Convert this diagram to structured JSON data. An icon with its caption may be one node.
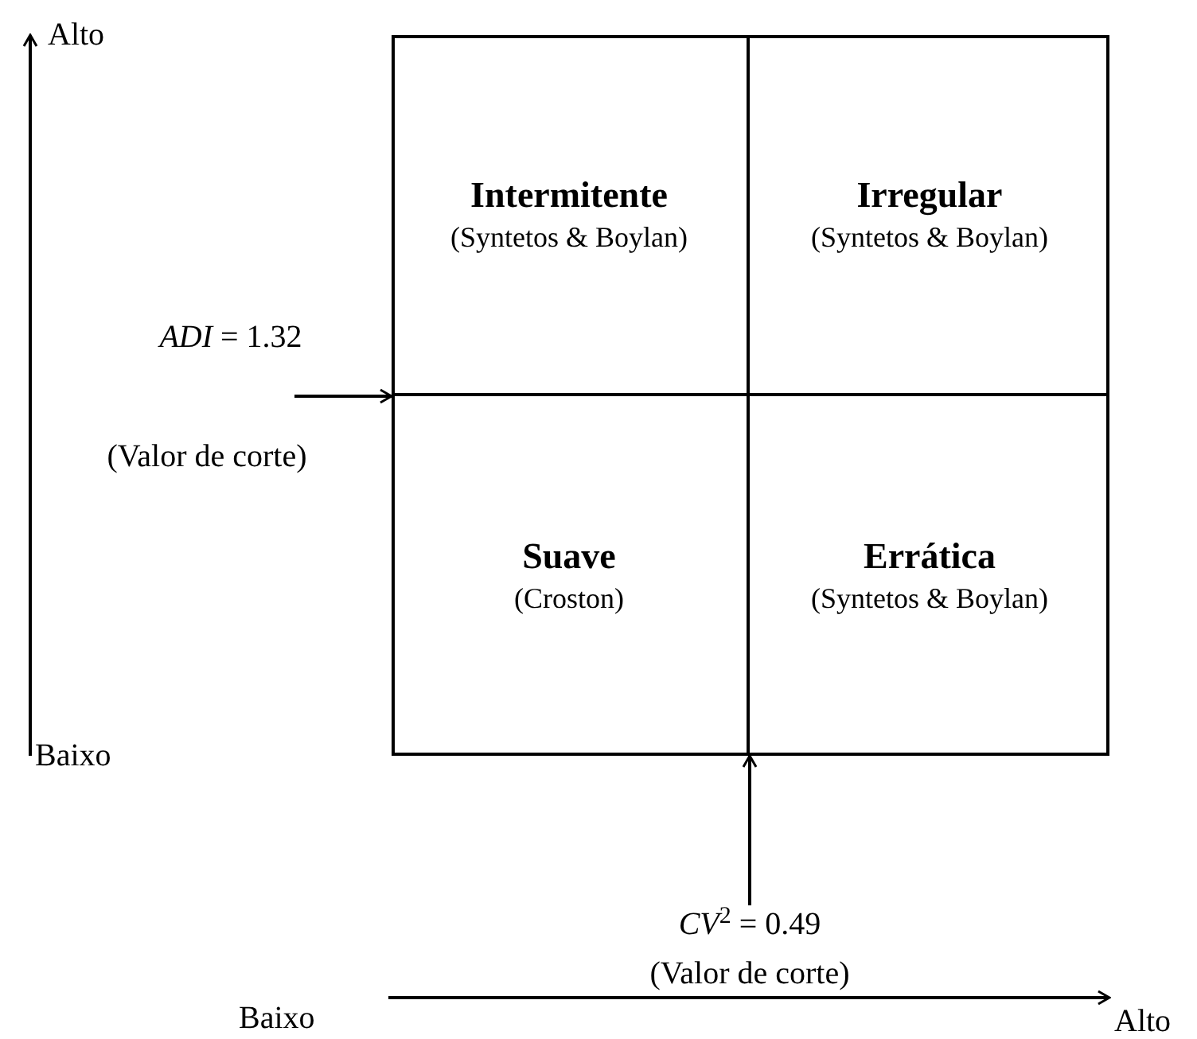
{
  "diagram": {
    "nodes": [
      {
        "text": [],
        "shape": "box"
      },
      {
        "text": [
          "Intermitente",
          "(Syntetos & Boylan)"
        ],
        "in": 0
      },
      {
        "text": [
          "Irregular",
          "(Syntetos & Boylan)"
        ],
        "in": 0
      },
      {
        "text": [
          "Suave",
          "(Croston)"
        ],
        "in": 0
      },
      {
        "text": [
          "Errática",
          "(Syntetos & Boylan)"
        ],
        "in": 0
      },
      {
        "text": [
          "*CV*$^{2}$ = 0.49",
          "(Valor de corte)"
        ]
      }
    ],
    "edges": [
      {
        "from": null,
        "to": 0,
        "arrow": "to"
      },
      {
        "from": 5,
        "to": 0,
        "arrow": "to"
      }
    ],
    "labels": [
      "Alto",
      "*ADI* = 1.32",
      "(Valor de corte)",
      "Baixo",
      "Baixo",
      "Alto"
    ]
  }
}
